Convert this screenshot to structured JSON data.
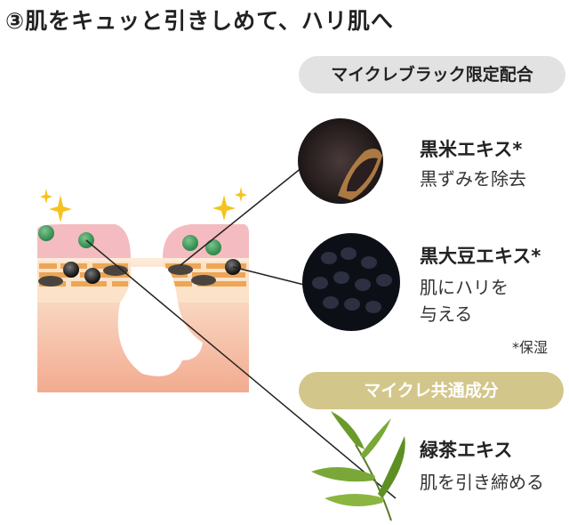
{
  "title": "③肌をキュッと引きしめて、ハリ肌へ",
  "badges": {
    "black_limited": "マイクレブラック限定配合",
    "common": "マイクレ共通成分"
  },
  "ingredients": [
    {
      "name": "黒米エキス*",
      "effect": "黒ずみを除去",
      "icon": "black-rice-photo"
    },
    {
      "name": "黒大豆エキス*",
      "effect_line1": "肌にハリを",
      "effect_line2": "与える",
      "icon": "black-soybean-photo"
    },
    {
      "name": "緑茶エキス",
      "effect": "肌を引き締める",
      "icon": "green-tea-leaf-photo"
    }
  ],
  "footnote": "*保湿",
  "colors": {
    "gray_badge": "#e2e2e2",
    "gold_badge": "#d3c68a",
    "skin_pink": "#f4bcc0",
    "green_ball": "#3f9a5a"
  }
}
